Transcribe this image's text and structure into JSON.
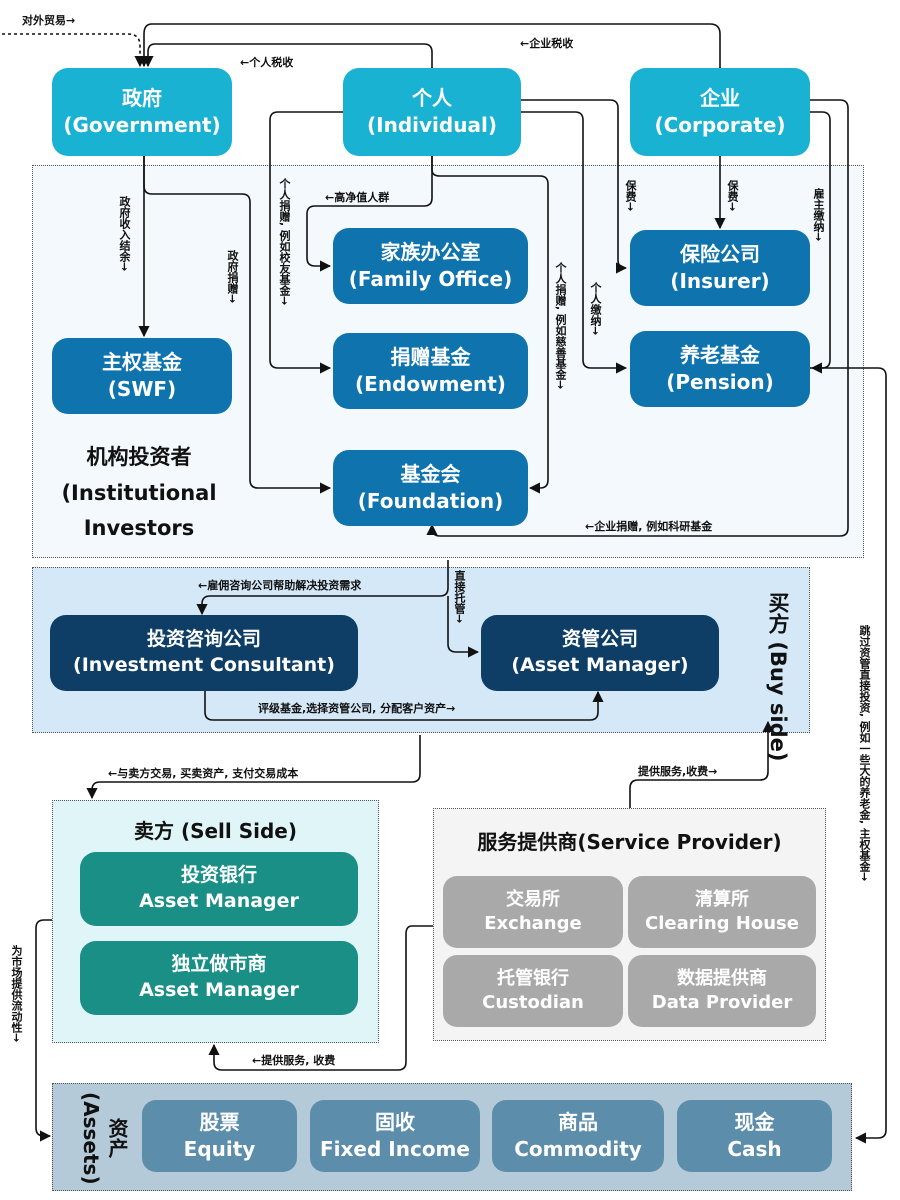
{
  "nodes": {
    "government": {
      "l1": "政府",
      "l2": "(Government)"
    },
    "individual": {
      "l1": "个人",
      "l2": "(Individual)"
    },
    "corporate": {
      "l1": "企业",
      "l2": "(Corporate)"
    },
    "family_office": {
      "l1": "家族办公室",
      "l2": "(Family Office)"
    },
    "endowment": {
      "l1": "捐赠基金",
      "l2": "(Endowment)"
    },
    "swf": {
      "l1": "主权基金",
      "l2": "(SWF)"
    },
    "insurer": {
      "l1": "保险公司",
      "l2": "(Insurer)"
    },
    "pension": {
      "l1": "养老基金",
      "l2": "(Pension)"
    },
    "foundation": {
      "l1": "基金会",
      "l2": "(Foundation)"
    },
    "consultant": {
      "l1": "投资咨询公司",
      "l2": "(Investment Consultant)"
    },
    "asset_manager": {
      "l1": "资管公司",
      "l2": "(Asset Manager)"
    },
    "investment_bank": {
      "l1": "投资银行",
      "l2": "Asset Manager"
    },
    "market_maker": {
      "l1": "独立做市商",
      "l2": "Asset Manager"
    },
    "exchange": {
      "l1": "交易所",
      "l2": "Exchange"
    },
    "clearing_house": {
      "l1": "清算所",
      "l2": "Clearing House"
    },
    "custodian": {
      "l1": "托管银行",
      "l2": "Custodian"
    },
    "data_provider": {
      "l1": "数据提供商",
      "l2": "Data Provider"
    },
    "equity": {
      "l1": "股票",
      "l2": "Equity"
    },
    "fixed_income": {
      "l1": "固收",
      "l2": "Fixed Income"
    },
    "commodity": {
      "l1": "商品",
      "l2": "Commodity"
    },
    "cash": {
      "l1": "现金",
      "l2": "Cash"
    }
  },
  "regions": {
    "institutional": {
      "l1": "机构投资者",
      "l2": "(Institutional",
      "l3": "Investors"
    },
    "buy_side": {
      "l1": "买方",
      "l2": "(Buy side)"
    },
    "sell_side": "卖方 (Sell Side)",
    "service_provider": "服务提供商(Service Provider)",
    "assets": {
      "l1": "资产",
      "l2": "(Assets)"
    }
  },
  "labels": {
    "foreign_trade": "对外贸易→",
    "personal_tax": "←个人税收",
    "corporate_tax": "←企业税收",
    "hnw": "←高净值人群",
    "gov_surplus": "政府收入结余→",
    "gov_donation": "政府捐赠→",
    "personal_donation_alumni": "个人捐赠, 例如校友基金→",
    "personal_donation_charity": "个人捐赠, 例如慈善基金→",
    "premium_individual": "保费→",
    "premium_corporate": "保费→",
    "personal_contrib": "个人缴纳→",
    "employer_contrib": "雇主缴纳→",
    "corporate_donation": "←企业捐赠, 例如科研基金",
    "consultant_hire": "←雇佣咨询公司帮助解决投资需求",
    "direct_custody": "直接托管→",
    "rate_funds": "评级基金,选择资管公司, 分配客户资产→",
    "trade_sell_side": "←与卖方交易, 买卖资产, 支付交易成本",
    "service_fee_buy": "提供服务,收费→",
    "service_fee_sell": "←提供服务, 收费",
    "liquidity": "为市场提供流动性→",
    "bypass": "跳过资管直接投资, 例如一些大的养老金, 主权基金→"
  },
  "colors": {
    "top_entity": "#1ab2d2",
    "institution": "#0f74ae",
    "buy_side": "#0e3d66",
    "sell_side": "#1a8f86",
    "service": "#a9a9a9",
    "assets": "#5c8eac"
  }
}
